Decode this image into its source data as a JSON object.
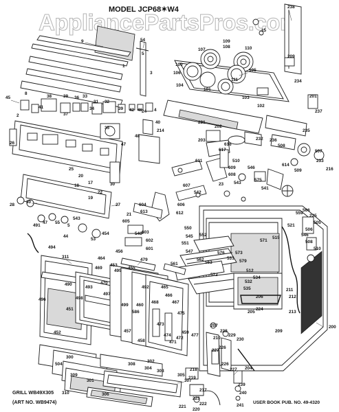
{
  "watermark": "AppliancePartsPros.com",
  "title": "MODEL  JCP68✶W4",
  "footer": {
    "grill": "GRILL WB49X305",
    "art": "(ART NO. WB9474)",
    "userbook": "USER BOOK PUB. NO. 49-4320"
  },
  "callouts": [
    "238",
    "54",
    "9",
    "15",
    "109",
    "108",
    "107",
    "110",
    "100",
    "105",
    "106",
    "104",
    "111",
    "101",
    "103",
    "102",
    "209",
    "234",
    "45",
    "8",
    "2",
    "3",
    "1",
    "5",
    "41",
    "38",
    "39",
    "36",
    "37",
    "33",
    "34",
    "31",
    "32",
    "35",
    "39",
    "42",
    "46",
    "4",
    "40",
    "24",
    "25",
    "26",
    "30",
    "47",
    "48",
    "214",
    "231",
    "202",
    "203",
    "232",
    "201",
    "237",
    "235",
    "236",
    "508",
    "509",
    "507",
    "233",
    "216",
    "614",
    "616",
    "617",
    "510",
    "609",
    "611",
    "608",
    "607",
    "542",
    "546",
    "543",
    "575",
    "541",
    "23",
    "21",
    "27",
    "28",
    "30",
    "19",
    "18",
    "17",
    "20",
    "22",
    "605",
    "604",
    "613",
    "612",
    "606",
    "603",
    "602",
    "601",
    "540",
    "550",
    "551",
    "552",
    "545",
    "547",
    "561",
    "562",
    "563",
    "576",
    "571",
    "515",
    "572",
    "573",
    "579",
    "512",
    "531",
    "534",
    "532",
    "535",
    "491",
    "494",
    "44",
    "53",
    "47",
    "55",
    "5",
    "543",
    "454",
    "456",
    "479",
    "464",
    "453",
    "455",
    "469",
    "470",
    "457",
    "473",
    "475",
    "458",
    "474",
    "472",
    "471",
    "459",
    "477",
    "228",
    "229",
    "230",
    "226",
    "207",
    "210",
    "209",
    "227",
    "211",
    "212",
    "213",
    "205",
    "206",
    "224",
    "225",
    "505",
    "506",
    "546",
    "566",
    "559",
    "508",
    "510",
    "521",
    "504",
    "300",
    "301",
    "302",
    "303",
    "304",
    "305",
    "306",
    "307",
    "308",
    "309",
    "310",
    "311",
    "490",
    "451",
    "452",
    "496",
    "492",
    "460",
    "465",
    "466",
    "467",
    "468",
    "493",
    "495",
    "497",
    "498",
    "499",
    "586",
    "222",
    "223",
    "220",
    "221",
    "218",
    "219",
    "217",
    "241",
    "240",
    "239",
    "204",
    "200",
    "226",
    "227"
  ]
}
